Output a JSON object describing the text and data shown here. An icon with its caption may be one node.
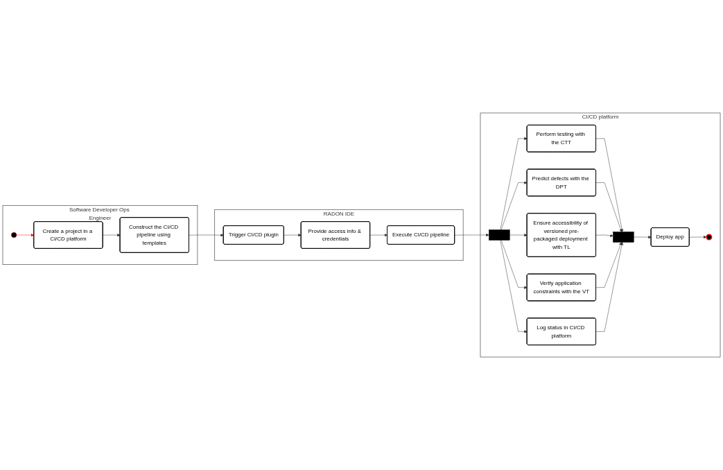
{
  "diagram": {
    "nodes": [
      {
        "text": [
          "Software Developer Ops Engineer"
        ]
      },
      {
        "text": [],
        "shape": "circle",
        "in": 0
      },
      {
        "text": [
          "Create a project in a CI/CD platform"
        ],
        "in": 0
      },
      {
        "text": [
          "Construct the CI/CD pipeline using templates"
        ],
        "in": 0
      },
      {
        "text": [
          "RADON IDE"
        ]
      },
      {
        "text": [
          "Trigger CI/CD plugin"
        ],
        "in": 4
      },
      {
        "text": [
          "Provide access info & credentials"
        ],
        "in": 4
      },
      {
        "text": [
          "Execute CI/CD pipeline"
        ],
        "in": 4
      },
      {
        "text": [
          "CI/CD platform"
        ]
      },
      {
        "text": [],
        "shape": "bar",
        "in": 8
      },
      {
        "text": [
          "Perform testing with the CTT"
        ],
        "in": 8
      },
      {
        "text": [
          "Predict defects with the DPT"
        ],
        "in": 8
      },
      {
        "text": [
          "Ensure accessibility of versioned pre-packaged deployment with TL"
        ],
        "in": 8
      },
      {
        "text": [
          "Verify application constraints with the VT"
        ],
        "in": 8
      },
      {
        "text": [
          "Log status in CI/CD platform"
        ],
        "in": 8
      },
      {
        "text": [],
        "shape": "bar",
        "in": 8
      },
      {
        "text": [
          "Deploy app"
        ],
        "in": 8
      },
      {
        "text": [],
        "shape": "circle",
        "in": 8
      }
    ],
    "edges": [
      {
        "from": 1,
        "to": 2,
        "arrow": "to",
        "color": "#ff0000"
      },
      {
        "from": 2,
        "to": 3,
        "arrow": "to"
      },
      {
        "from": 3,
        "to": 5,
        "arrow": "to"
      },
      {
        "from": 5,
        "to": 6,
        "arrow": "to"
      },
      {
        "from": 6,
        "to": 7,
        "arrow": "to"
      },
      {
        "from": 7,
        "to": 9,
        "arrow": "to"
      },
      {
        "from": 9,
        "to": 10,
        "arrow": "to"
      },
      {
        "from": 9,
        "to": 11,
        "arrow": "to"
      },
      {
        "from": 9,
        "to": 12,
        "arrow": "to"
      },
      {
        "from": 9,
        "to": 13,
        "arrow": "to"
      },
      {
        "from": 9,
        "to": 14,
        "arrow": "to"
      },
      {
        "from": 10,
        "to": 15,
        "arrow": "to"
      },
      {
        "from": 11,
        "to": 15,
        "arrow": "to"
      },
      {
        "from": 12,
        "to": 15,
        "arrow": "to"
      },
      {
        "from": 13,
        "to": 15,
        "arrow": "to"
      },
      {
        "from": 14,
        "to": 15,
        "arrow": "to"
      },
      {
        "from": 15,
        "to": 16,
        "arrow": "to"
      },
      {
        "from": 16,
        "to": 17,
        "arrow": "to"
      }
    ]
  }
}
